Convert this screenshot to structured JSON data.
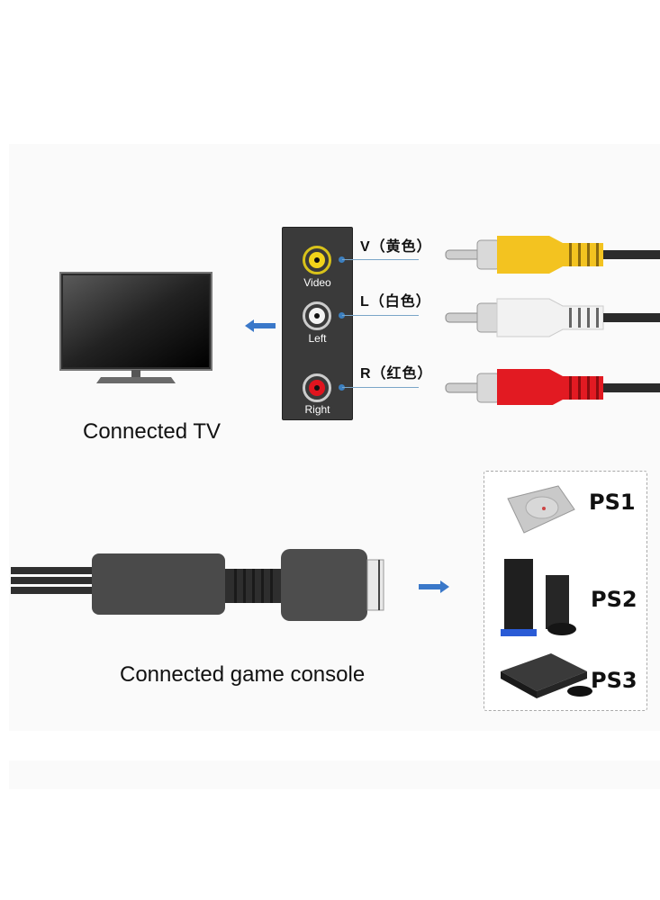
{
  "tv": {
    "label": "Connected TV"
  },
  "console": {
    "label": "Connected game console"
  },
  "jack_panel": {
    "jacks": [
      {
        "name": "Video",
        "color": "#f2d41a"
      },
      {
        "name": "Left",
        "color": "#f4f4f4"
      },
      {
        "name": "Right",
        "color": "#e0141e"
      }
    ]
  },
  "channels": [
    {
      "label": "V（黄色）",
      "plug_color": "#f3c320"
    },
    {
      "label": "L（白色）",
      "plug_color": "#f2f2f2"
    },
    {
      "label": "R（红色）",
      "plug_color": "#e21a22"
    }
  ],
  "consoles": [
    {
      "label": "PS1"
    },
    {
      "label": "PS2"
    },
    {
      "label": "PS3"
    }
  ],
  "colors": {
    "arrow": "#3a78c9",
    "cable": "#2b2b2b"
  }
}
